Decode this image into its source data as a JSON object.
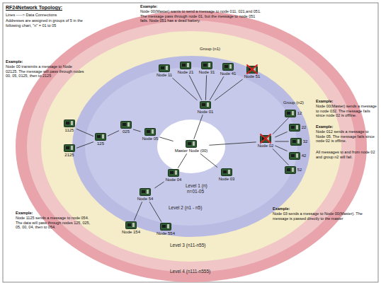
{
  "diagram": {
    "title": "RF24Network Topology:",
    "nodes": [
      {
        "text": [
          "Master Node (00)"
        ]
      },
      {
        "text": [
          "Node 01"
        ]
      },
      {
        "text": [
          "Node 11"
        ]
      },
      {
        "text": [
          "Node 21"
        ]
      },
      {
        "text": [
          "Node 31"
        ]
      },
      {
        "text": [
          "Node 41"
        ]
      },
      {
        "text": [
          "Node 51"
        ]
      },
      {
        "text": [
          "Node 02"
        ]
      },
      {
        "text": [
          "12"
        ]
      },
      {
        "text": [
          "22"
        ]
      },
      {
        "text": [
          "32"
        ]
      },
      {
        "text": [
          "42"
        ]
      },
      {
        "text": [
          "52"
        ]
      },
      {
        "text": [
          "Node 03"
        ]
      },
      {
        "text": [
          "Node 04"
        ]
      },
      {
        "text": [
          "Node 54"
        ]
      },
      {
        "text": [
          "Node 154"
        ]
      },
      {
        "text": [
          "Node 554"
        ]
      },
      {
        "text": [
          "Node 05"
        ]
      },
      {
        "text": [
          "025"
        ]
      },
      {
        "text": [
          "125"
        ]
      },
      {
        "text": [
          "1125"
        ]
      },
      {
        "text": [
          "2125"
        ]
      }
    ],
    "edges": [
      {
        "from": 0,
        "to": 1,
        "arrow": "none"
      },
      {
        "from": 1,
        "to": 2,
        "arrow": "none"
      },
      {
        "from": 1,
        "to": 3,
        "arrow": "none"
      },
      {
        "from": 1,
        "to": 4,
        "arrow": "none"
      },
      {
        "from": 1,
        "to": 5,
        "arrow": "none"
      },
      {
        "from": 1,
        "to": 6,
        "arrow": "none"
      },
      {
        "from": 0,
        "to": 7,
        "arrow": "none"
      },
      {
        "from": 7,
        "to": 8,
        "arrow": "none"
      },
      {
        "from": 7,
        "to": 9,
        "arrow": "none"
      },
      {
        "from": 7,
        "to": 10,
        "arrow": "none"
      },
      {
        "from": 7,
        "to": 11,
        "arrow": "none"
      },
      {
        "from": 7,
        "to": 12,
        "arrow": "none"
      },
      {
        "from": 0,
        "to": 13,
        "arrow": "none"
      },
      {
        "from": 0,
        "to": 14,
        "arrow": "none"
      },
      {
        "from": 14,
        "to": 15,
        "arrow": "none"
      },
      {
        "from": 15,
        "to": 16,
        "arrow": "none"
      },
      {
        "from": 15,
        "to": 17,
        "arrow": "none"
      },
      {
        "from": 0,
        "to": 18,
        "arrow": "none"
      },
      {
        "from": 18,
        "to": 19,
        "arrow": "none"
      },
      {
        "from": 19,
        "to": 20,
        "arrow": "none"
      },
      {
        "from": 20,
        "to": 21,
        "arrow": "none"
      },
      {
        "from": 20,
        "to": 22,
        "arrow": "none"
      }
    ],
    "labels": [
      "Lines -----> Data Connections",
      "Addresses are assigned in groups of 5 in the following chart, \"n\" = 01 to 05",
      "Example:",
      "Node 00 transmits a message to Node 02125. The message will pass through nodes 00, 05, 0125, then to 2125",
      "Example:",
      "Node 00(Master) wants to send a message to node 011, 021,and 051. The message pass through node 01, but the message to node 051 fails. Node 051 has a dead battery.",
      "Group (n1)",
      "Group (n2)",
      "Example:",
      "Node 00(Master) sends a message to node 032. The message fails since node 02 is offline.",
      "Example:",
      "Node 012 sends a message to Node 05. The message fails since node 02 is offline.",
      "All messages to and from node 02 and group n2 will fail.",
      "Level 1 (n)",
      "n=01-05",
      "Level 2 (n1 - n5)",
      "Level 3 (n11-n55)",
      "Level 4 (n111-n555)",
      "Example:",
      "Node 1125 sends a message to node 054. The data will pass through nodes 125, 025, 05, 00, 04, then to 054.",
      "Example:",
      "Node 03 sends a message to Node 00(Master). The message is passed directly to the master"
    ]
  }
}
